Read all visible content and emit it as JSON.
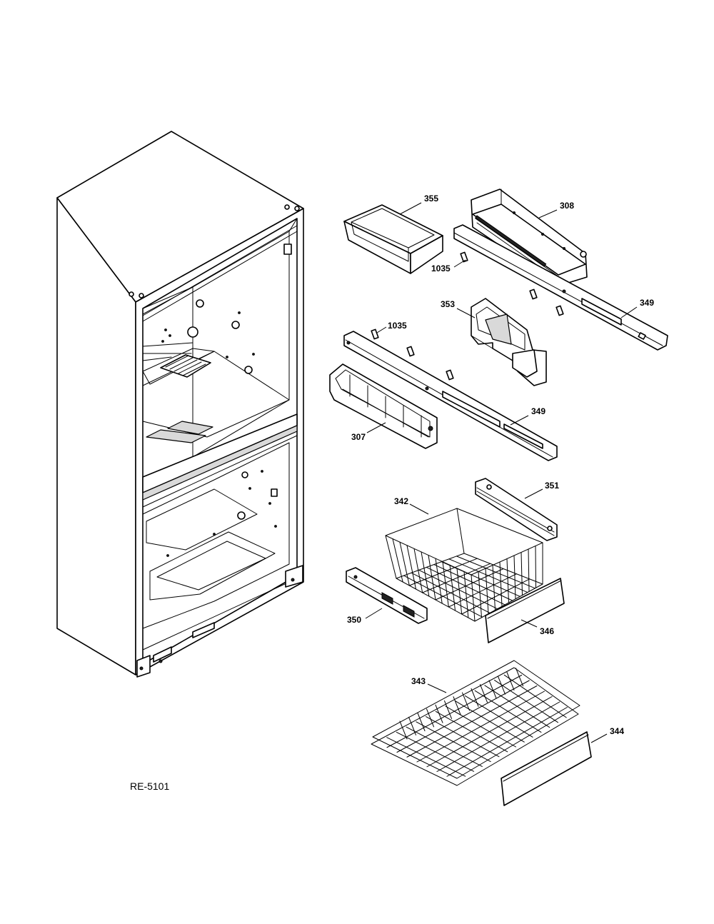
{
  "diagram_ref": "RE-5101",
  "callouts": {
    "p355": "355",
    "p308": "308",
    "p1035a": "1035",
    "p349a": "349",
    "p353": "353",
    "p1035b": "1035",
    "p349b": "349",
    "p307": "307",
    "p351": "351",
    "p342": "342",
    "p350": "350",
    "p346": "346",
    "p343": "343",
    "p344": "344"
  }
}
